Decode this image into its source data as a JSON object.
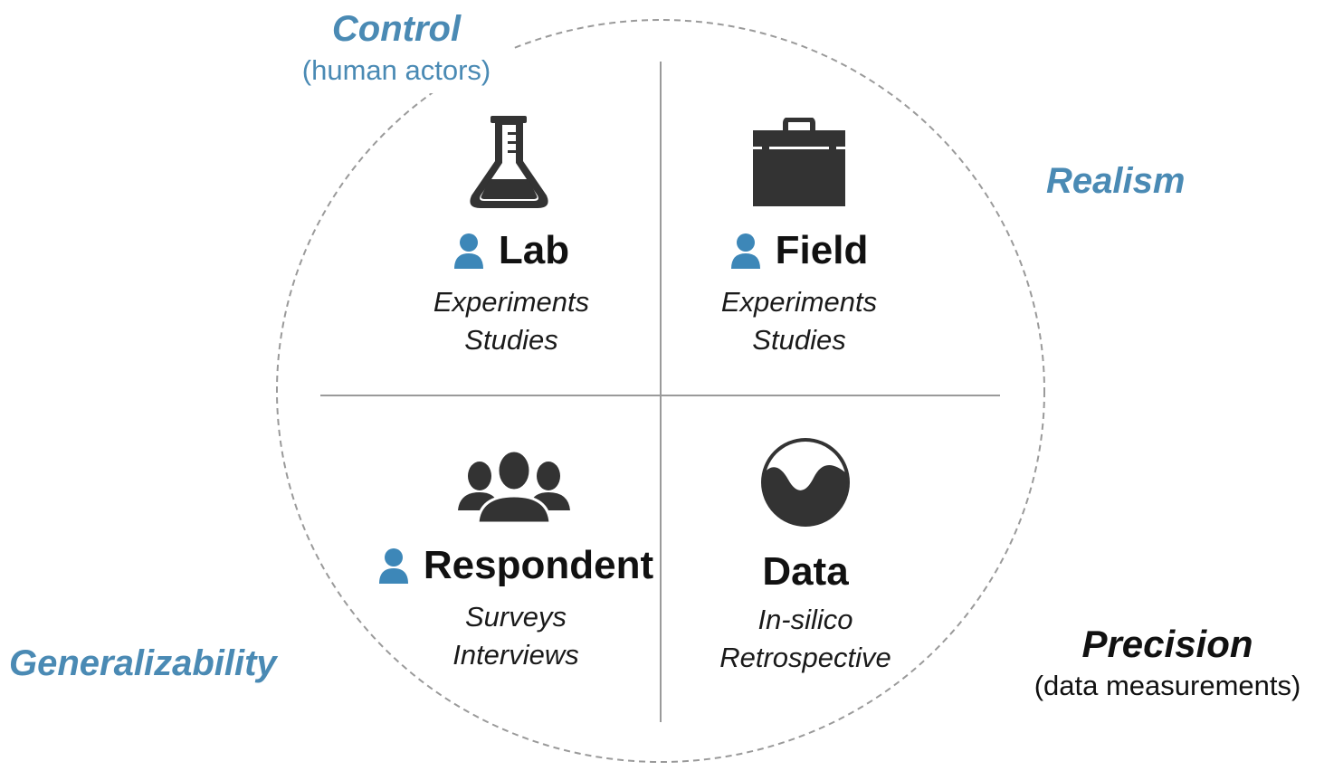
{
  "corners": {
    "control": {
      "title": "Control",
      "subtitle": "(human actors)"
    },
    "realism": {
      "title": "Realism"
    },
    "generalizability": {
      "title": "Generalizability"
    },
    "precision": {
      "title": "Precision",
      "subtitle": "(data measurements)"
    }
  },
  "quadrants": {
    "lab": {
      "title": "Lab",
      "items": [
        "Experiments",
        "Studies"
      ],
      "icon": "flask-icon",
      "person_icon": true
    },
    "field": {
      "title": "Field",
      "items": [
        "Experiments",
        "Studies"
      ],
      "icon": "briefcase-icon",
      "person_icon": true
    },
    "respondent": {
      "title": "Respondent",
      "items": [
        "Surveys",
        "Interviews"
      ],
      "icon": "group-icon",
      "person_icon": true
    },
    "data": {
      "title": "Data",
      "items": [
        "In-silico",
        "Retrospective"
      ],
      "icon": "data-wave-icon",
      "person_icon": false
    }
  },
  "colors": {
    "accent": "#4a8ab4",
    "icon": "#333333",
    "person": "#3d87b8",
    "dashed_circle": "#9a9a9a",
    "axis_line": "#9a9a9a"
  }
}
